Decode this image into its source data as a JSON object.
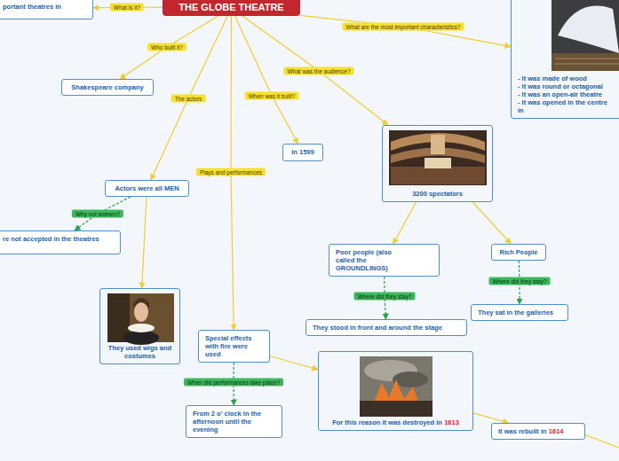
{
  "diagram": {
    "nodes": [
      {
        "text": [
          "THE GLOBE THEATRE"
        ]
      },
      {
        "text": [
          "portant theatres in"
        ]
      },
      {
        "text": [
          "Shakespeare company"
        ]
      },
      {
        "text": [
          "In 1599"
        ]
      },
      {
        "text": [
          "3200 spectators"
        ]
      },
      {
        "text": [
          "- It was made of wood",
          "- It was round or octagonal",
          "- It was an open-air theatre",
          "- It was opened in the centre in"
        ]
      },
      {
        "text": [
          "Actors were all MEN"
        ]
      },
      {
        "text": [
          "re not accepted in the theatres"
        ]
      },
      {
        "text": [
          "They used wigs and costumes"
        ]
      },
      {
        "text": [
          "Special effects with fire were used"
        ]
      },
      {
        "text": [
          "From 2 o' clock in the afternoon until the evening"
        ]
      },
      {
        "text": [
          "For this reason it was destroyed in",
          "1613"
        ]
      },
      {
        "text": [
          "It was rebuilt in",
          "1614"
        ]
      },
      {
        "text": [
          "Poor people (also called the GROUNDLINGS)"
        ]
      },
      {
        "text": [
          "Rich People"
        ]
      },
      {
        "text": [
          "They stood in front and around the stage"
        ]
      },
      {
        "text": [
          "They sat in the galleries"
        ]
      }
    ],
    "edges": [
      {
        "from": 0,
        "to": 1,
        "arrow": "to",
        "label": "What is it?"
      },
      {
        "from": 0,
        "to": 2,
        "arrow": "to",
        "label": "Who built it?"
      },
      {
        "from": 0,
        "to": 6,
        "arrow": "to",
        "label": "The actors"
      },
      {
        "from": 0,
        "to": 3,
        "arrow": "to",
        "label": "When was it built?"
      },
      {
        "from": 0,
        "to": 4,
        "arrow": "to",
        "label": "What was the audience?"
      },
      {
        "from": 0,
        "to": 5,
        "arrow": "to",
        "label": "What are the most important characteristics?"
      },
      {
        "from": 0,
        "to": 9,
        "arrow": "to",
        "label": "Plays and performances"
      },
      {
        "from": 6,
        "to": 7,
        "arrow": "to",
        "label": "Why not women?"
      },
      {
        "from": 6,
        "to": 8,
        "arrow": "to"
      },
      {
        "from": 4,
        "to": 13,
        "arrow": "to"
      },
      {
        "from": 4,
        "to": 14,
        "arrow": "to"
      },
      {
        "from": 13,
        "to": 15,
        "arrow": "to",
        "label": "Where did they stay?"
      },
      {
        "from": 14,
        "to": 16,
        "arrow": "to",
        "label": "Where did they stay?"
      },
      {
        "from": 9,
        "to": 10,
        "arrow": "to",
        "label": "When did performances take place?"
      },
      {
        "from": 9,
        "to": 11,
        "arrow": "to"
      },
      {
        "from": 11,
        "to": 12,
        "arrow": "to"
      }
    ]
  }
}
